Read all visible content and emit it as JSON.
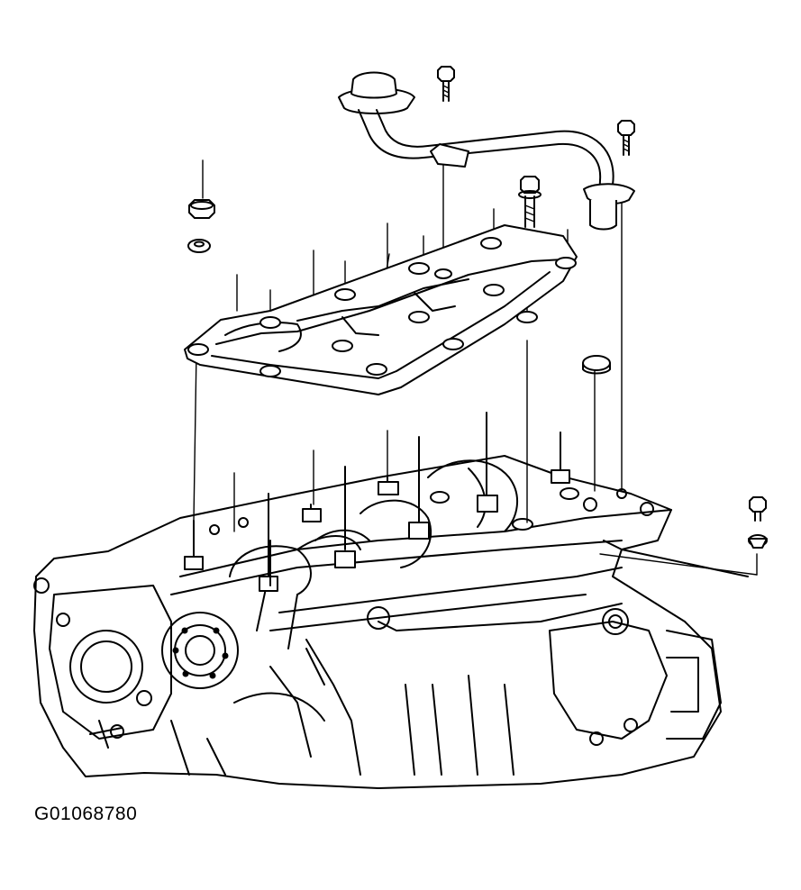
{
  "figure": {
    "id": "G01068780",
    "parts": [
      "oil-pump-pickup-tube",
      "pickup-tube-bolt",
      "oil-baffle-plate",
      "baffle-nut",
      "washer",
      "main-bearing-studs",
      "crankshaft",
      "engine-block",
      "bracket-bolt"
    ]
  },
  "colors": {
    "ink": "#000000",
    "paper": "#ffffff"
  }
}
